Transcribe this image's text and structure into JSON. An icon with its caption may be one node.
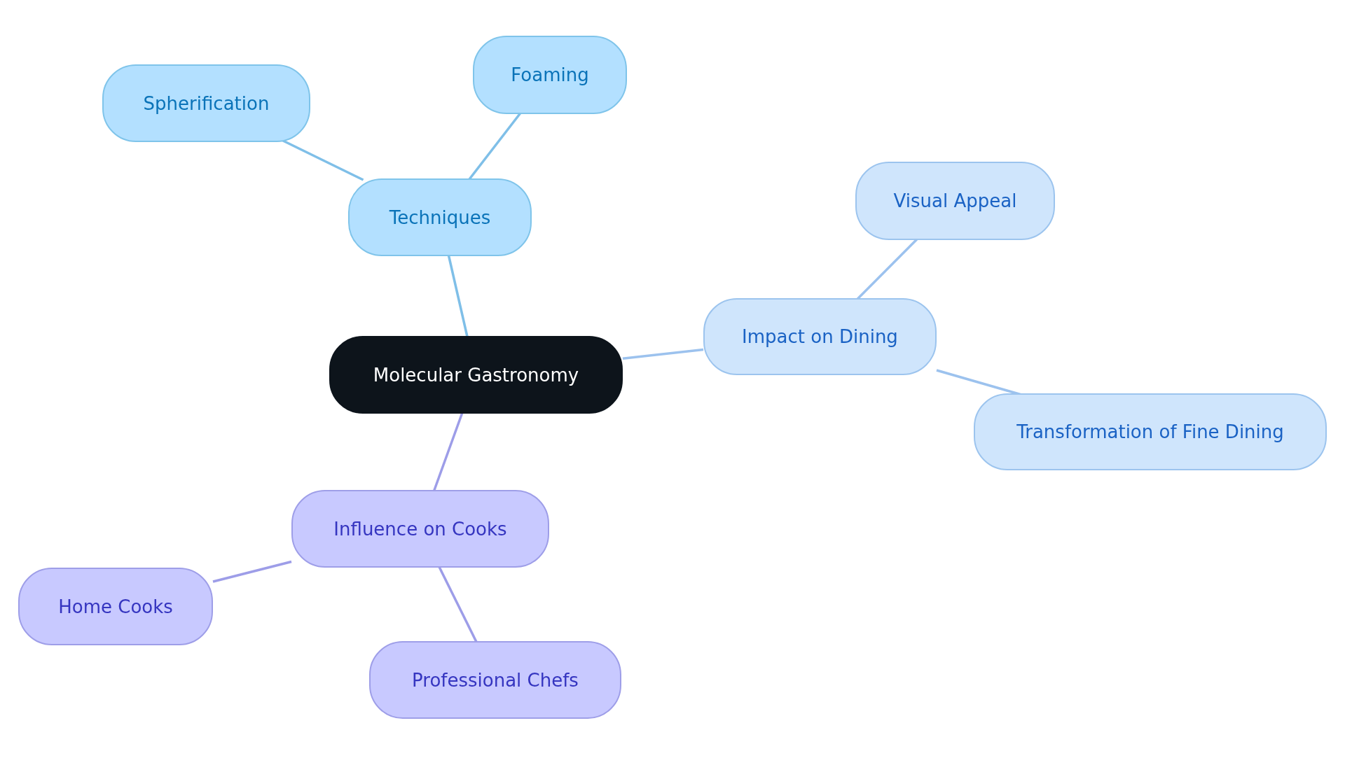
{
  "diagram": {
    "nodes": [
      {
        "text": [
          "Molecular Gastronomy"
        ]
      },
      {
        "text": [
          "Techniques"
        ]
      },
      {
        "text": [
          "Spherification"
        ]
      },
      {
        "text": [
          "Foaming"
        ]
      },
      {
        "text": [
          "Impact on Dining"
        ]
      },
      {
        "text": [
          "Visual Appeal"
        ]
      },
      {
        "text": [
          "Transformation of Fine Dining"
        ]
      },
      {
        "text": [
          "Influence on Cooks"
        ]
      },
      {
        "text": [
          "Home Cooks"
        ]
      },
      {
        "text": [
          "Professional Chefs"
        ]
      }
    ],
    "edges": [
      {
        "from": 0,
        "to": 1,
        "arrow": "none",
        "color": "#7fbfe8"
      },
      {
        "from": 1,
        "to": 2,
        "arrow": "none",
        "color": "#7fbfe8"
      },
      {
        "from": 1,
        "to": 3,
        "arrow": "none",
        "color": "#7fbfe8"
      },
      {
        "from": 0,
        "to": 4,
        "arrow": "none",
        "color": "#9cc2ee"
      },
      {
        "from": 4,
        "to": 5,
        "arrow": "none",
        "color": "#9cc2ee"
      },
      {
        "from": 4,
        "to": 6,
        "arrow": "none",
        "color": "#9cc2ee"
      },
      {
        "from": 0,
        "to": 7,
        "arrow": "none",
        "color": "#9d9de8"
      },
      {
        "from": 7,
        "to": 8,
        "arrow": "none",
        "color": "#9d9de8"
      },
      {
        "from": 7,
        "to": 9,
        "arrow": "none",
        "color": "#9d9de8"
      }
    ]
  }
}
